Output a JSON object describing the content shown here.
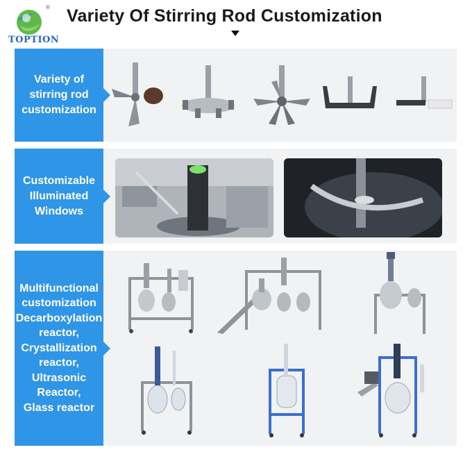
{
  "brand": {
    "name": "TOPTION",
    "registered": "®"
  },
  "header": {
    "title": "Variety Of Stirring Rod Customization"
  },
  "sections": [
    {
      "label": "Variety of\nstirring rod\ncustomization"
    },
    {
      "label": "Customizable\nIlluminated\nWindows"
    },
    {
      "label": "Multifunctional\ncustomization\nDecarboxylation\nreactor,\nCrystallization\nreactor,\nUltrasonic\nReactor,\nGlass reactor"
    }
  ],
  "colors": {
    "accent": "#2f95e6",
    "panel": "#f1f2f4",
    "logo_text": "#2266c8"
  }
}
